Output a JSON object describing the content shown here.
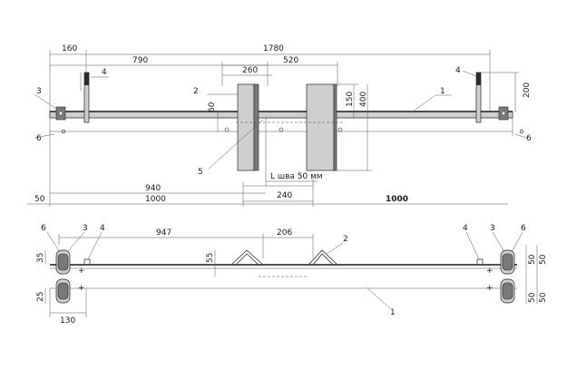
{
  "drawing": {
    "top_view": {
      "dimensions": {
        "d160": "160",
        "d1780": "1780",
        "d790": "790",
        "d520": "520",
        "d260": "260",
        "d60": "60",
        "d150": "150",
        "d400": "400",
        "d200": "200",
        "d50": "50",
        "d940": "940",
        "d1000a": "1000",
        "d1000b": "1000",
        "d240": "240",
        "weld": "L шва 50 мм"
      },
      "callouts": {
        "c1": "1",
        "c2": "2",
        "c3": "3",
        "c4a": "4",
        "c4b": "4",
        "c5": "5",
        "c6a": "6",
        "c6b": "6"
      }
    },
    "bottom_view": {
      "dimensions": {
        "d947": "947",
        "d206": "206",
        "d55": "55",
        "d35": "35",
        "d25": "25",
        "d130": "130",
        "d50a": "50",
        "d50b": "50",
        "d50c": "50",
        "d50d": "50"
      },
      "callouts": {
        "c1": "1",
        "c2": "2",
        "c3a": "3",
        "c3b": "3",
        "c4a": "4",
        "c4b": "4",
        "c6a": "6",
        "c6b": "6"
      }
    }
  }
}
